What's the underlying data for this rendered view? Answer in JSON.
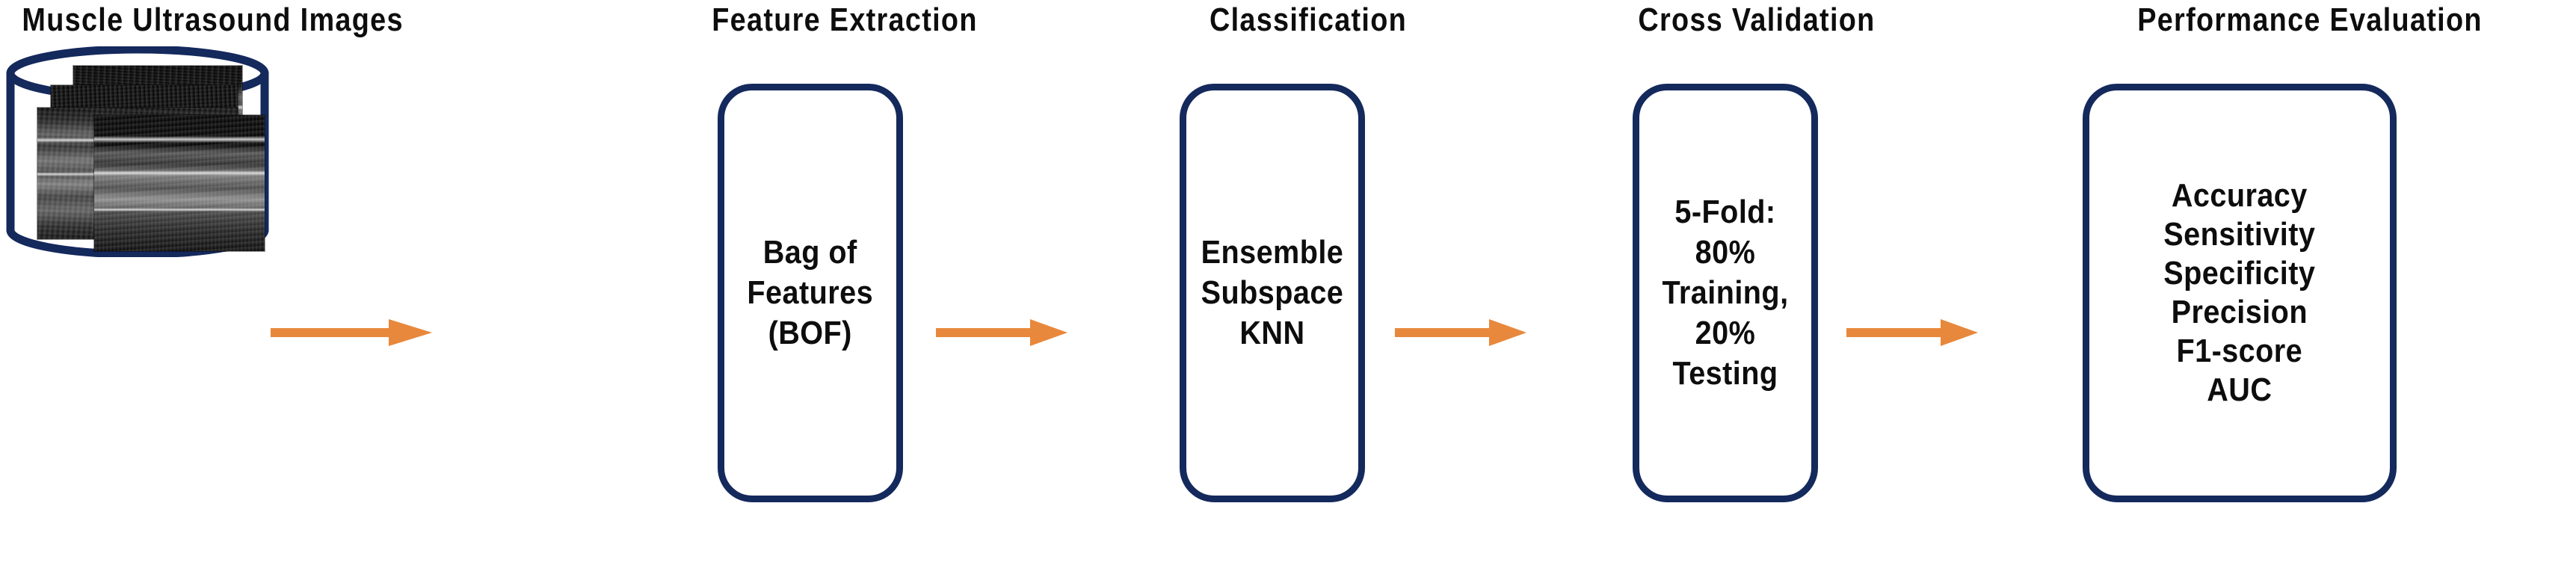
{
  "diagram": {
    "type": "pipeline-flowchart",
    "background_color": "#ffffff",
    "box_border_color": "#14295c",
    "arrow_color": "#e8883c",
    "text_color": "#0d0d0d"
  },
  "stages": [
    {
      "id": "input",
      "title": "Muscle Ultrasound Images",
      "shape": "cylinder",
      "content_kind": "image-stack",
      "image_count": 4
    },
    {
      "id": "feature-extraction",
      "title": "Feature Extraction",
      "shape": "rounded-rect",
      "body": "Bag of\nFeatures\n(BOF)"
    },
    {
      "id": "classification",
      "title": "Classification",
      "shape": "rounded-rect",
      "body": "Ensemble\nSubspace\nKNN"
    },
    {
      "id": "cross-validation",
      "title": "Cross Validation",
      "shape": "rounded-rect",
      "body": "5-Fold:\n80%\nTraining,\n20% Testing"
    },
    {
      "id": "performance-evaluation",
      "title": "Performance Evaluation",
      "shape": "rounded-rect",
      "body": "Accuracy\nSensitivity\nSpecificity\nPrecision\nF1-score\nAUC"
    }
  ],
  "metrics": [
    "Accuracy",
    "Sensitivity",
    "Specificity",
    "Precision",
    "F1-score",
    "AUC"
  ],
  "arrows": [
    {
      "id": "arrow-1",
      "from": "input",
      "to": "feature-extraction"
    },
    {
      "id": "arrow-2",
      "from": "feature-extraction",
      "to": "classification"
    },
    {
      "id": "arrow-3",
      "from": "classification",
      "to": "cross-validation"
    },
    {
      "id": "arrow-4",
      "from": "cross-validation",
      "to": "performance-evaluation"
    }
  ]
}
